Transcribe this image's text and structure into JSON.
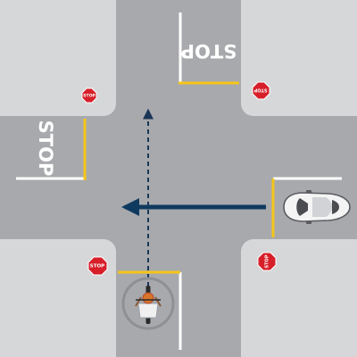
{
  "stop_signs": [
    {
      "text": "STOP"
    },
    {
      "text": "STOP"
    },
    {
      "text": "STOP"
    },
    {
      "text": "STOP"
    }
  ],
  "road_markings": [
    {
      "text": "STOP"
    },
    {
      "text": "STOP"
    }
  ],
  "colors": {
    "road": "#a8a9ad",
    "sidewalk": "#d6d7d9",
    "lane_line_white": "#ffffff",
    "stop_line_yellow": "#f5c518",
    "stop_sign_red": "#d71f2a",
    "car_arrow": "#0f3a5f",
    "cyclist_arrow": "#1b3557",
    "car_body": "#f4f4f4"
  },
  "icons": {
    "car": "car-icon",
    "cyclist": "cyclist-icon",
    "car_path": "left-arrow-icon",
    "cyclist_path": "up-dashed-arrow-icon"
  }
}
